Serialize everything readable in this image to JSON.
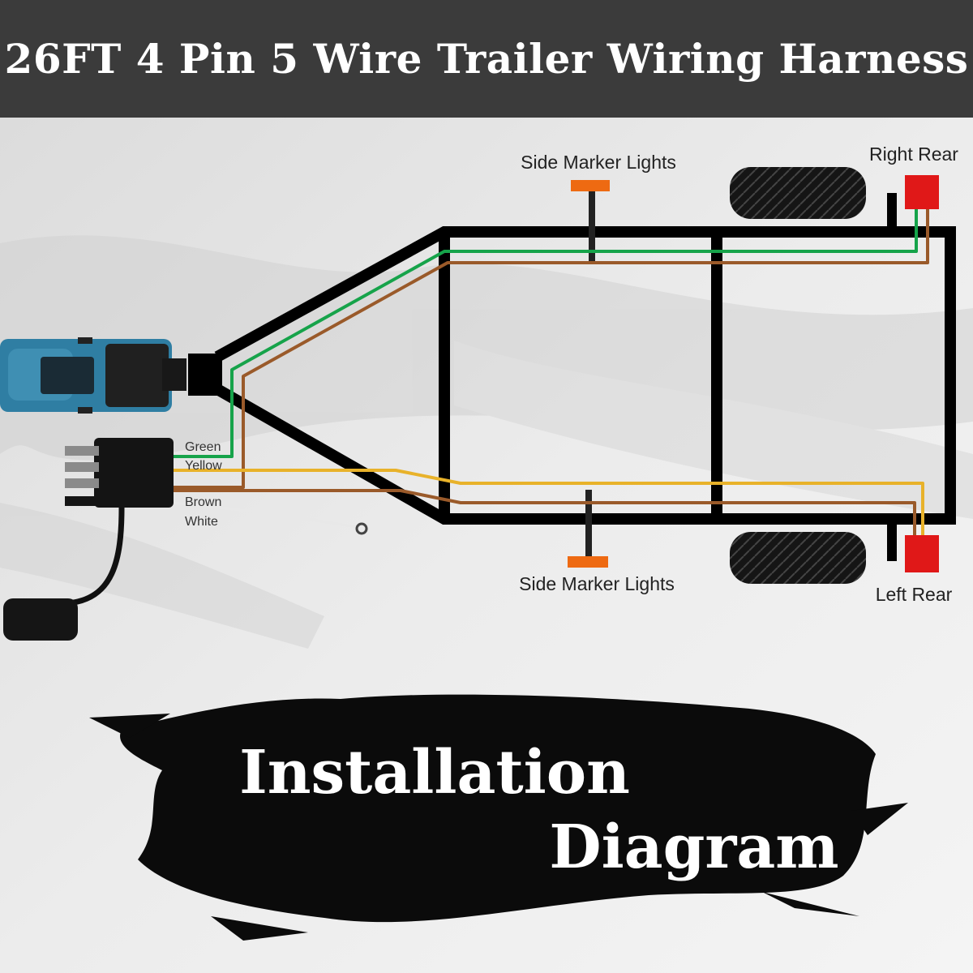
{
  "header": {
    "title": "26FT 4 Pin 5 Wire Trailer Wiring Harness"
  },
  "labels": {
    "side_marker_top": "Side Marker Lights",
    "side_marker_bottom": "Side Marker Lights",
    "right_rear": "Right Rear",
    "left_rear": "Left Rear"
  },
  "wires": {
    "green": "Green",
    "yellow": "Yellow",
    "brown": "Brown",
    "white": "White"
  },
  "banner": {
    "line1": "Installation",
    "line2": "Diagram"
  },
  "colors": {
    "green_wire": "#16a34a",
    "yellow_wire": "#e8b22a",
    "brown_wire": "#9a5a2a",
    "tail_light": "#e01818",
    "marker_light": "#ee6a12",
    "truck": "#3f8fb3",
    "frame": "#000000"
  }
}
